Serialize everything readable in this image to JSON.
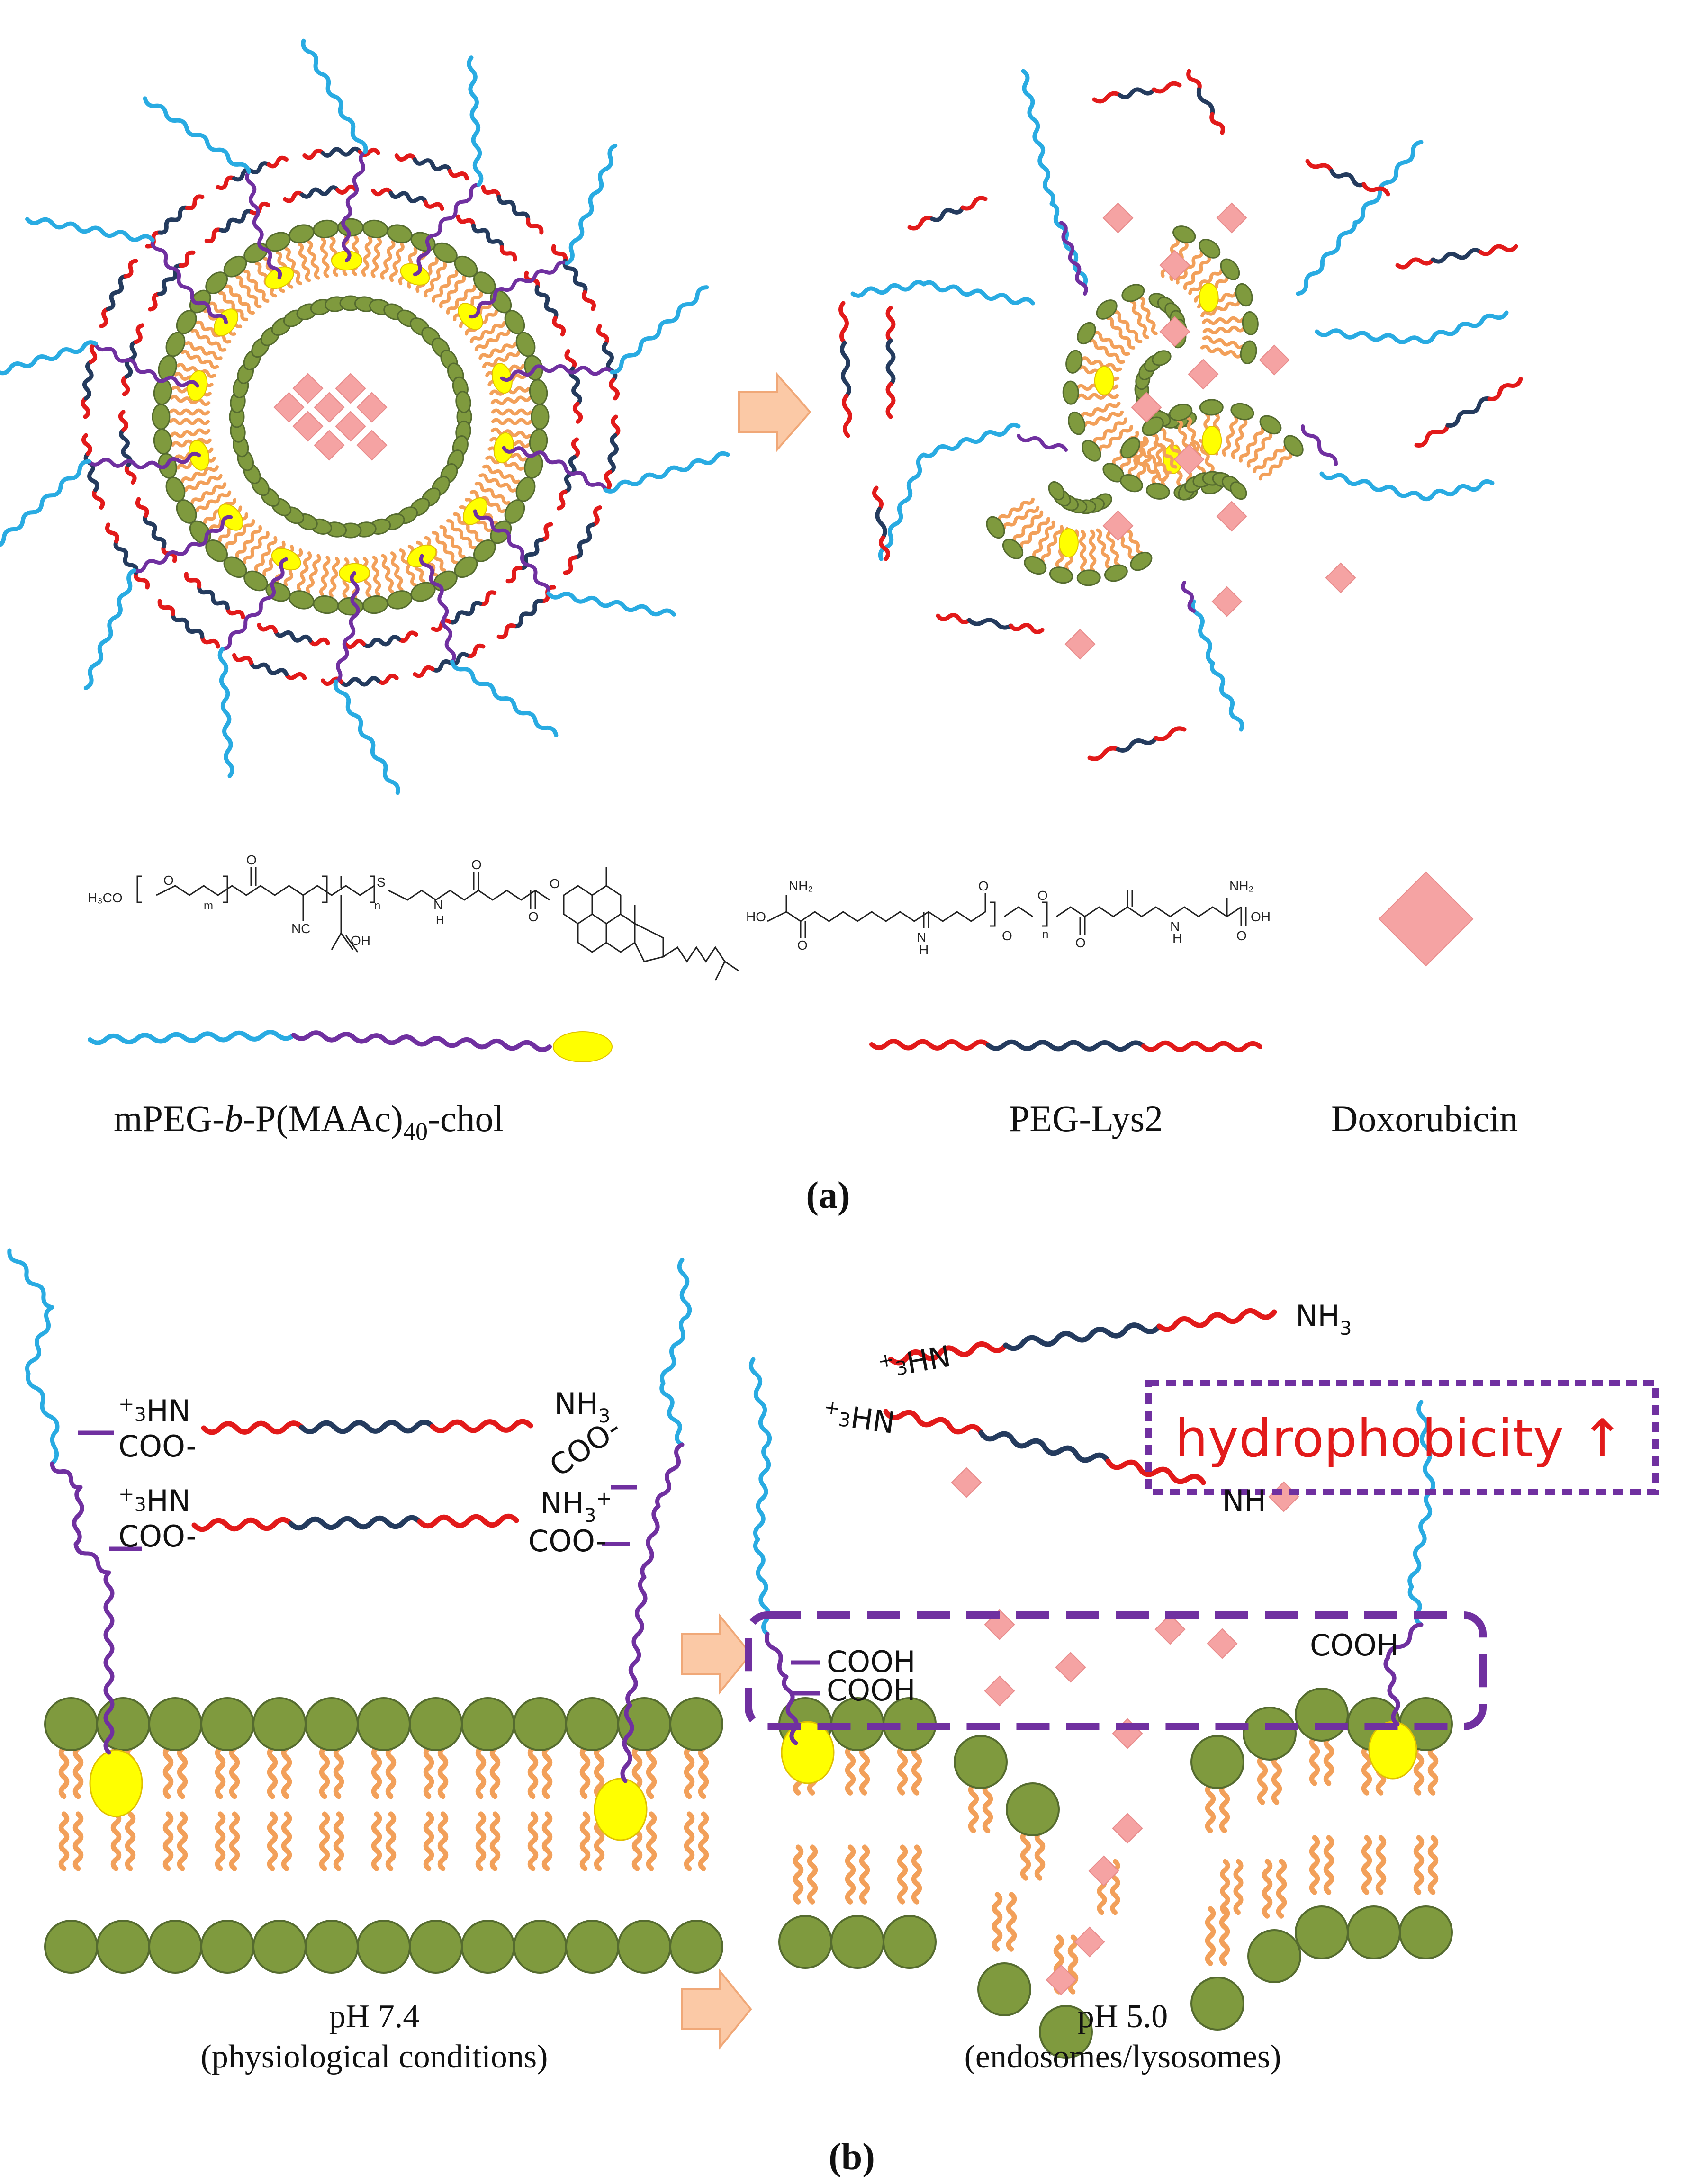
{
  "colors": {
    "peg": "#29abe2",
    "pmaac": "#7030a0",
    "lys": "#e21a1a",
    "peg_core": "#243b5e",
    "lipid_head": "#7f9a3e",
    "lipid_tail": "#f2a05a",
    "chol": "#ffff00",
    "dox": "#f5a3a3",
    "arrow": "#fbc9a6",
    "label_red": "#e21a1a",
    "dashed_box": "#7030a0"
  },
  "icons": {
    "arrow": "block-arrow-right",
    "drug": "diamond"
  },
  "panel_a": {
    "legend": {
      "polymer1_name": "mPEG-b-P(MAAc)40-chol",
      "polymer1_parts": [
        "mPEG-",
        "b",
        "-P(MAAc)",
        "40",
        "-chol"
      ],
      "polymer2_name": "PEG-Lys2",
      "drug_name": "Doxorubicin"
    },
    "chem1": {
      "h3co": "H₃CO",
      "o1": "O",
      "o2": "O",
      "o3": "O",
      "o4": "O",
      "o5": "O",
      "m": "m",
      "n": "n",
      "nc": "NC",
      "oh": "OH",
      "s": "S",
      "h": "H",
      "n_atom": "N"
    },
    "chem2": {
      "hooc": "HO",
      "nh2_left": "NH₂",
      "nh2_right": "NH₂",
      "oh": "OH",
      "n": "n",
      "h1": "H",
      "h2": "H",
      "n1": "N",
      "n2": "N",
      "o1": "O",
      "o2": "O",
      "o3": "O",
      "o4": "O",
      "o5": "O",
      "o6": "O"
    },
    "caption": "(a)"
  },
  "panel_b": {
    "left": {
      "label1": "+3HN",
      "label2": "COO-",
      "label3": "NH3",
      "label4": "COO-",
      "label5": "+3HN",
      "label6": "COO-",
      "label7": "NH3+",
      "label8": "COO-",
      "ph": "pH 7.4",
      "condition": "(physiological conditions)"
    },
    "right": {
      "label1": "+3HN",
      "label2": "NH3",
      "label3": "+3HN",
      "label4": "NH",
      "label5": "COOH",
      "label6": "COOH",
      "label7": "COOH",
      "hydro": "hydrophobicity ↑",
      "ph": "pH 5.0",
      "condition": "(endosomes/lysosomes)"
    },
    "caption": "(b)"
  }
}
